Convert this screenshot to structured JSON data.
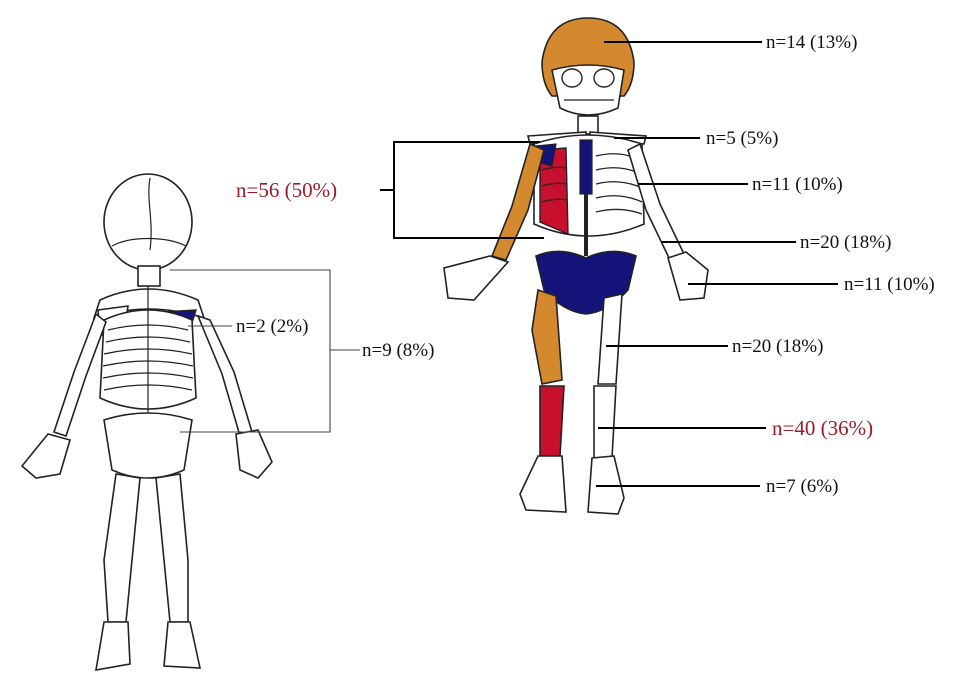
{
  "colors": {
    "orange": "#d4892f",
    "blue": "#13137a",
    "red": "#c8102e",
    "highlight_text": "#9b1b2a"
  },
  "posterior_figure": {
    "scapula_label": "n=2 (2%)",
    "upper_trunk_label": "n=9 (8%)"
  },
  "anterior_figure": {
    "skull_label": "n=14 (13%)",
    "clavicle_label": "n=5 (5%)",
    "thorax_bracket_label": "n=56 (50%)",
    "humerus_label": "n=11 (10%)",
    "forearm_label": "n=20 (18%)",
    "hand_label": "n=11 (10%)",
    "femur_label": "n=20 (18%)",
    "tibia_fibula_label": "n=40 (36%)",
    "foot_label": "n=7 (6%)"
  }
}
